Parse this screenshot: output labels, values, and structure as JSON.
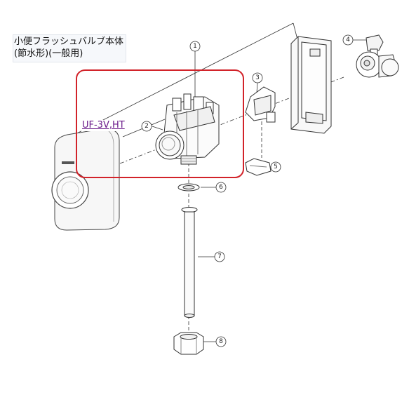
{
  "title": {
    "line1": "小便フラッシュバルブ本体",
    "line2": "(節水形)(一般用)"
  },
  "model_link": "UF-3V,HT",
  "callouts": [
    {
      "id": "1",
      "label": "1"
    },
    {
      "id": "2",
      "label": "2"
    },
    {
      "id": "3",
      "label": "3"
    },
    {
      "id": "4",
      "label": "4"
    },
    {
      "id": "5",
      "label": "5"
    },
    {
      "id": "6",
      "label": "6"
    },
    {
      "id": "7",
      "label": "7"
    },
    {
      "id": "8",
      "label": "8"
    }
  ],
  "colors": {
    "highlight_box": "#d2232a",
    "link": "#6a1a8a",
    "line": "#333333"
  }
}
